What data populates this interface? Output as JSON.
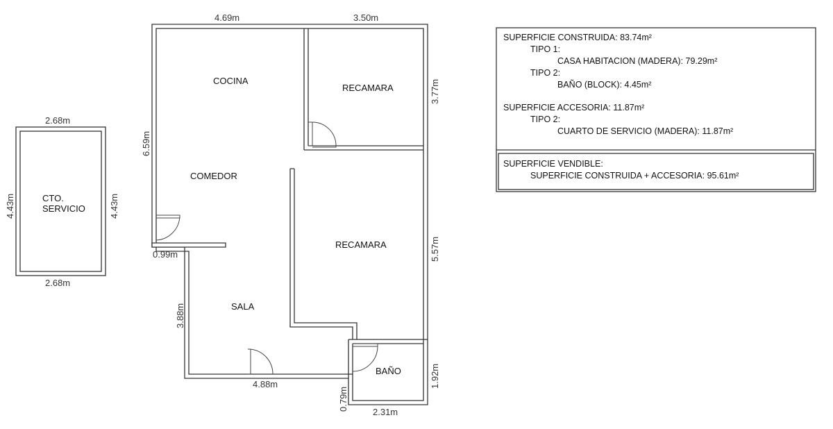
{
  "rooms": {
    "cocina": "COCINA",
    "recamara_top": "RECAMARA",
    "comedor": "COMEDOR",
    "recamara_bottom": "RECAMARA",
    "sala": "SALA",
    "bano": "BAÑO",
    "servicio_line1": "CTO.",
    "servicio_line2": "SERVICIO"
  },
  "dimensions": {
    "top_left": "4.69m",
    "top_right": "3.50m",
    "right_top": "3.77m",
    "left_main": "6.59m",
    "right_middle": "5.57m",
    "step_width": "0.99m",
    "sala_height": "3.88m",
    "sala_width": "4.88m",
    "bano_height": "1.92m",
    "bano_offset": "0.79m",
    "bano_width": "2.31m",
    "servicio_top": "2.68m",
    "servicio_bottom": "2.68m",
    "servicio_left": "4.43m",
    "servicio_right": "4.43m"
  },
  "summary": {
    "construida": "SUPERFICIE CONSTRUIDA: 83.74m²",
    "tipo1": "TIPO 1:",
    "casa": "CASA HABITACION (MADERA): 79.29m²",
    "tipo2": "TIPO 2:",
    "bano_block": "BAÑO (BLOCK): 4.45m²",
    "accesoria": "SUPERFICIE ACCESORIA: 11.87m²",
    "tipo2b": "TIPO 2:",
    "cuarto": "CUARTO DE SERVICIO (MADERA): 11.87m²",
    "vendible": "SUPERFICIE VENDIBLE:",
    "vendible_total": "SUPERFICIE CONSTRUIDA + ACCESORIA: 95.61m²"
  }
}
